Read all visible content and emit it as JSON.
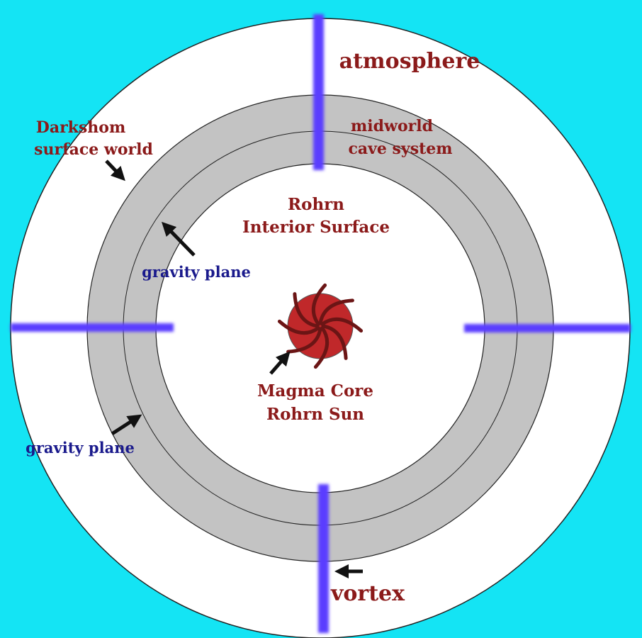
{
  "diagram": {
    "background_color": "#14e4f4",
    "outer_disc_color": "#ffffff",
    "ring_color": "#c3c3c3",
    "label_color_red": "#8b1a1a",
    "label_color_blue": "#1a1a8c",
    "vortex_color": "#5a3cff",
    "core_color": "#c0282a",
    "labels": {
      "atmosphere": "atmosphere",
      "darkshom_line1": "Darkshom",
      "darkshom_line2": "surface world",
      "midworld_line1": "midworld",
      "midworld_line2": "cave system",
      "rohrn_line1": "Rohrn",
      "rohrn_line2": "Interior Surface",
      "gravity_plane_inner": "gravity plane",
      "gravity_plane_outer": "gravity plane",
      "core_line1": "Magma Core",
      "core_line2": "Rohrn Sun",
      "vortex": "vortex"
    }
  }
}
